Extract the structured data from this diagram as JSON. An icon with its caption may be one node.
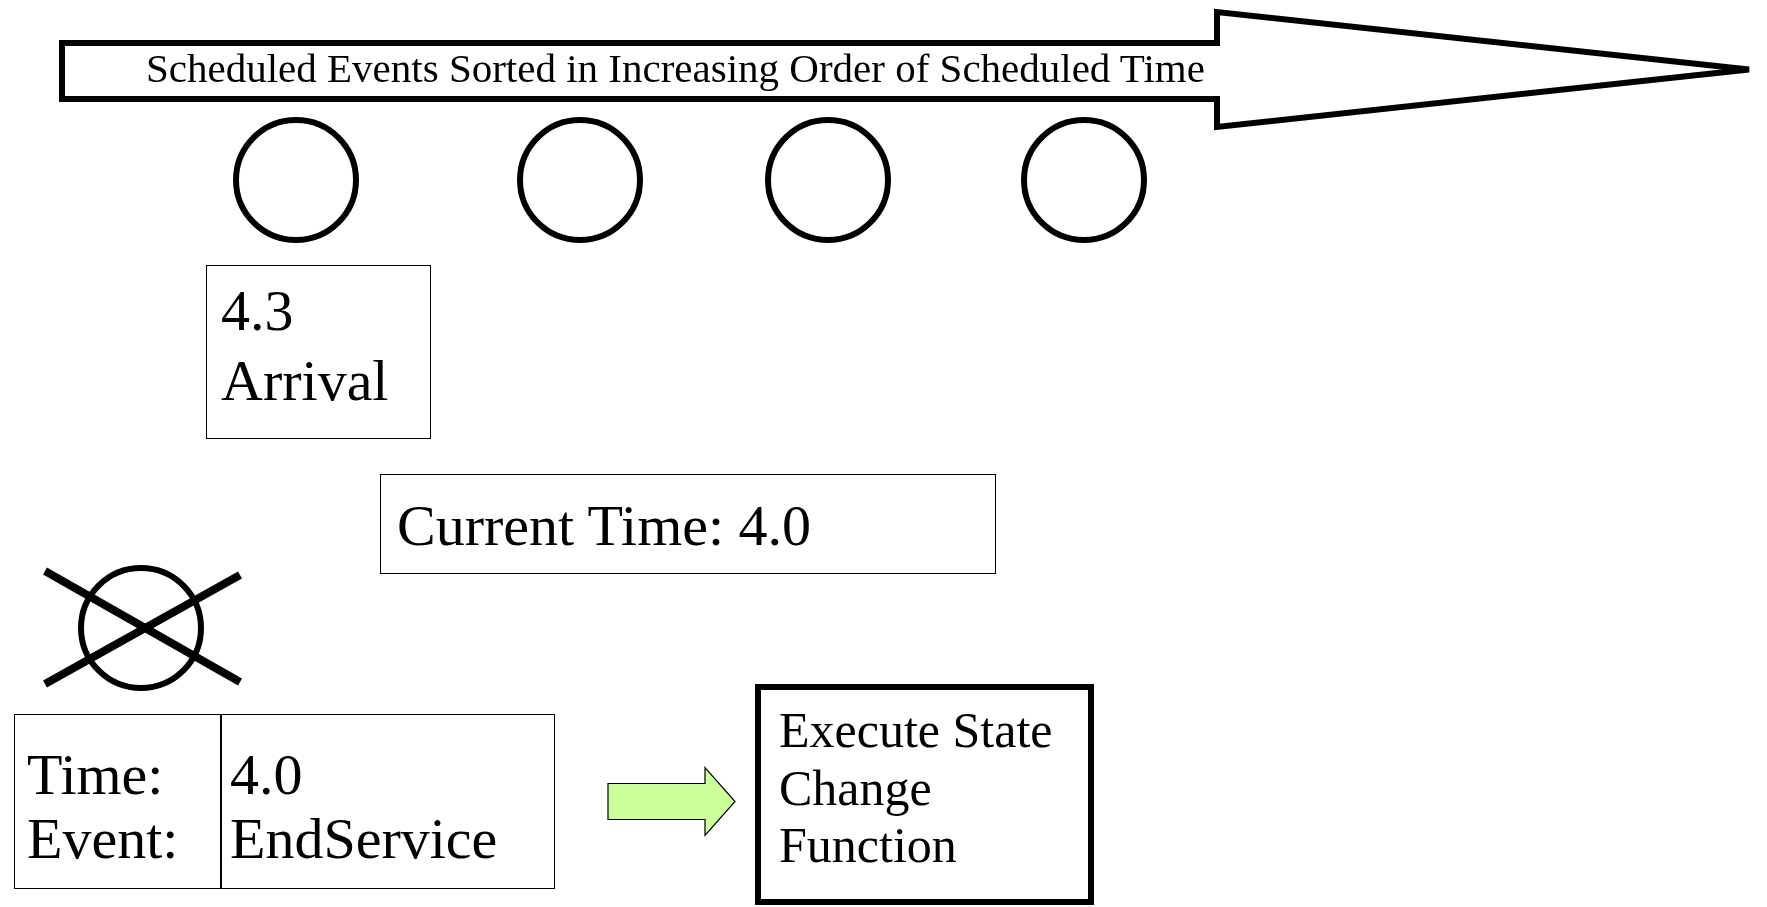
{
  "diagram": {
    "nodes": [
      {
        "text": [
          "Scheduled Events Sorted in Increasing Order of Scheduled Time"
        ]
      },
      {
        "text": [],
        "shape": "circle"
      },
      {
        "text": [],
        "shape": "circle"
      },
      {
        "text": [],
        "shape": "circle"
      },
      {
        "text": [],
        "shape": "circle"
      },
      {
        "text": [
          "4.3 Arrival"
        ]
      },
      {
        "text": [
          "Current Time: 4.0"
        ]
      },
      {
        "text": [],
        "shape": "circle"
      },
      {
        "text": [
          "Time:",
          "4.0",
          "Event:",
          "EndService"
        ]
      },
      {
        "text": [
          "Execute State Change Function"
        ]
      }
    ],
    "edges": [
      {
        "from": 8,
        "to": 9,
        "arrow": "to",
        "color": "#ccff99"
      }
    ]
  }
}
